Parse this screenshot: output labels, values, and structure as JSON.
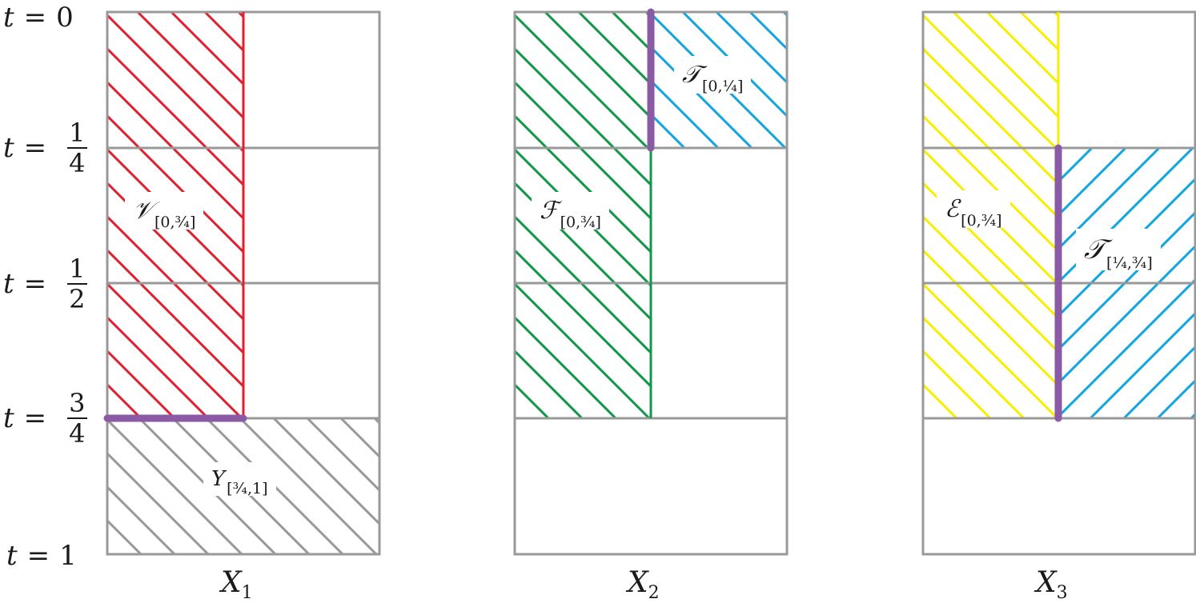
{
  "diagram": {
    "row_labels": [
      {
        "var": "t",
        "eq": "=",
        "value": "0"
      },
      {
        "var": "t",
        "eq": "=",
        "num": "1",
        "den": "4"
      },
      {
        "var": "t",
        "eq": "=",
        "num": "1",
        "den": "2"
      },
      {
        "var": "t",
        "eq": "=",
        "num": "3",
        "den": "4"
      },
      {
        "var": "t",
        "eq": "=",
        "value": "1"
      }
    ],
    "columns": [
      {
        "label": "X",
        "subscript": "1",
        "regions": [
          {
            "symbol": "𝒱",
            "subscript": "[0, 3/4]",
            "color": "#e0202e",
            "hatch": "backslash",
            "cols": "left half",
            "rows": "0 to 3/4"
          },
          {
            "symbol": "Y",
            "subscript": "[3/4, 1]",
            "color": "#999999",
            "hatch": "backslash",
            "cols": "full",
            "rows": "3/4 to 1"
          }
        ],
        "boundary": {
          "orientation": "horizontal",
          "at": "t = 3/4",
          "span": "left half",
          "color": "#8b5aa5"
        }
      },
      {
        "label": "X",
        "subscript": "2",
        "regions": [
          {
            "symbol": "ℱ",
            "subscript": "[0, 3/4]",
            "color": "#109848",
            "hatch": "backslash",
            "cols": "left half",
            "rows": "0 to 3/4"
          },
          {
            "symbol": "𝒯",
            "subscript": "[0, 1/4]",
            "color": "#12a5e0",
            "hatch": "backslash",
            "cols": "right half",
            "rows": "0 to 1/4"
          }
        ],
        "boundary": {
          "orientation": "vertical",
          "at": "middle",
          "span": "0 to 1/4",
          "color": "#8b5aa5"
        }
      },
      {
        "label": "X",
        "subscript": "3",
        "regions": [
          {
            "symbol": "ℰ",
            "subscript": "[0, 3/4]",
            "color": "#f8ee00",
            "hatch": "backslash",
            "cols": "left half",
            "rows": "0 to 3/4"
          },
          {
            "symbol": "𝒯",
            "subscript": "[1/4, 3/4]",
            "color": "#12a5e0",
            "hatch": "slash",
            "cols": "right half",
            "rows": "1/4 to 3/4"
          }
        ],
        "boundary": {
          "orientation": "vertical",
          "at": "middle",
          "span": "1/4 to 3/4",
          "color": "#8b5aa5"
        }
      }
    ],
    "colors": {
      "grid": "#999999",
      "red": "#e0202e",
      "green": "#109848",
      "blue": "#12a5e0",
      "yellow": "#f8ee00",
      "gray_hatch": "#999999",
      "boundary": "#8b5aa5"
    }
  },
  "labels": {
    "V": "𝒱",
    "V_sub": "[0,¾]",
    "Y": "Y",
    "Y_sub": "[¾,1]",
    "F": "ℱ",
    "F_sub": "[0,¾]",
    "T1": "𝒯",
    "T1_sub": "[0,¼]",
    "E": "ℰ",
    "E_sub": "[0,¾]",
    "T2": "𝒯",
    "T2_sub": "[¼,¾]",
    "X1": "X",
    "X1_sub": "1",
    "X2": "X",
    "X2_sub": "2",
    "X3": "X",
    "X3_sub": "3"
  }
}
